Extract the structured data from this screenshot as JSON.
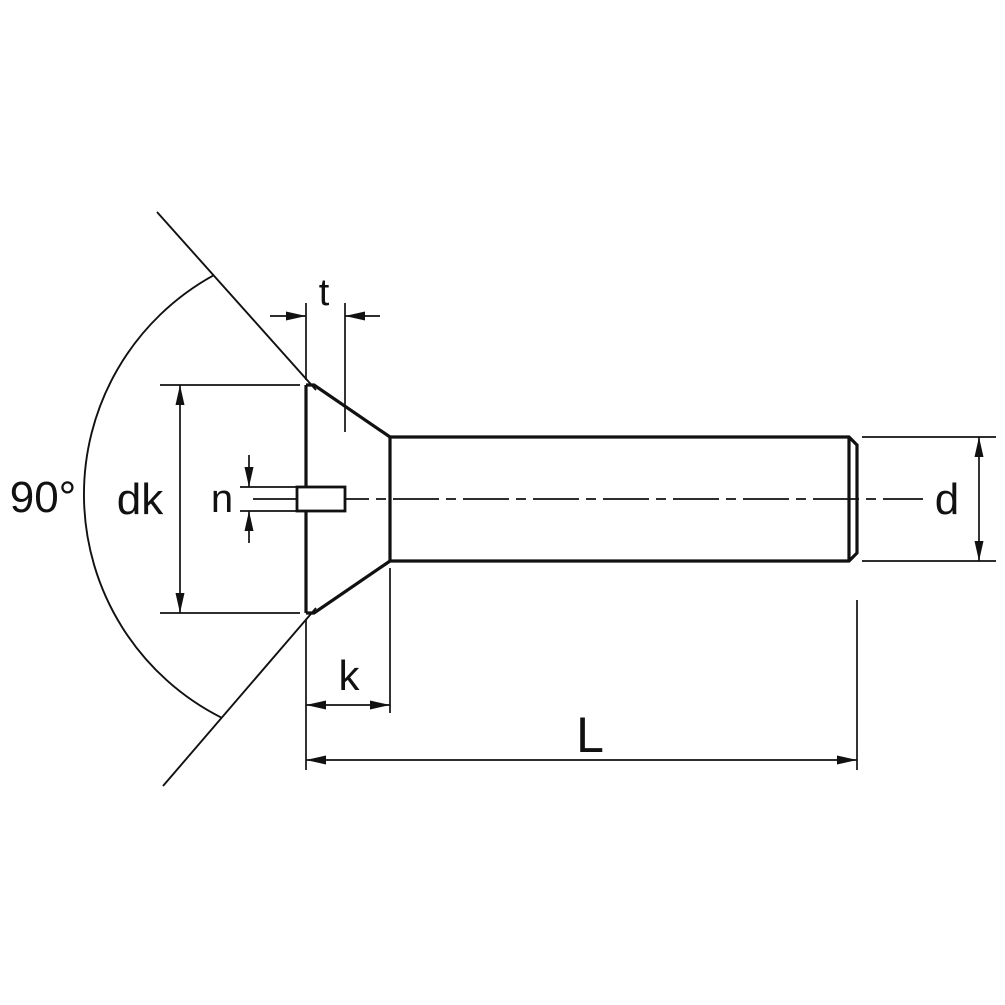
{
  "drawing": {
    "kind": "technical-drawing",
    "subject": "Slotted countersunk flat head screw, side view with dimension annotations"
  },
  "labels": {
    "slot_depth": "t",
    "head_diameter": "dk",
    "slot_width": "n",
    "countersink_angle": "90°",
    "head_height": "k",
    "total_length": "L",
    "shank_diameter": "d"
  },
  "colors": {
    "line": "#111111",
    "background": "#ffffff"
  }
}
